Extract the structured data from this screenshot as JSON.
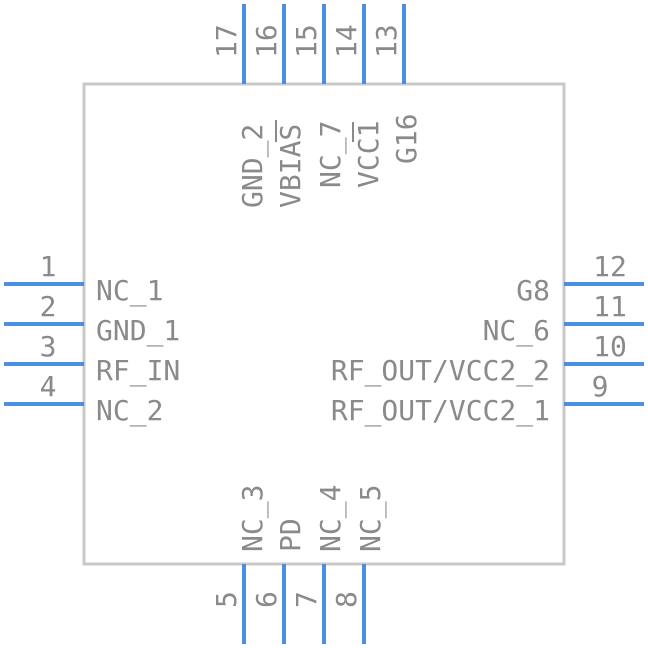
{
  "pins": {
    "left": [
      {
        "num": "1",
        "label": "NC_1"
      },
      {
        "num": "2",
        "label": "GND_1"
      },
      {
        "num": "3",
        "label": "RF_IN"
      },
      {
        "num": "4",
        "label": "NC_2"
      }
    ],
    "right": [
      {
        "num": "12",
        "label": "G8"
      },
      {
        "num": "11",
        "label": "NC_6"
      },
      {
        "num": "10",
        "label": "RF_OUT/VCC2_2"
      },
      {
        "num": "9",
        "label": "RF_OUT/VCC2_1"
      }
    ],
    "top": [
      {
        "num": "17",
        "label": "GND_2"
      },
      {
        "num": "16",
        "label": "VBIAS"
      },
      {
        "num": "15",
        "label": "NC_7"
      },
      {
        "num": "14",
        "label": "VCC1"
      },
      {
        "num": "13",
        "label": "G16"
      }
    ],
    "bottom": [
      {
        "num": "5",
        "label": "NC_3"
      },
      {
        "num": "6",
        "label": "PD"
      },
      {
        "num": "7",
        "label": "NC_4"
      },
      {
        "num": "8",
        "label": "NC_5"
      }
    ]
  },
  "colors": {
    "pin": "#4a90e2",
    "outline": "#c8c8c8",
    "text": "#8a8a8a"
  }
}
